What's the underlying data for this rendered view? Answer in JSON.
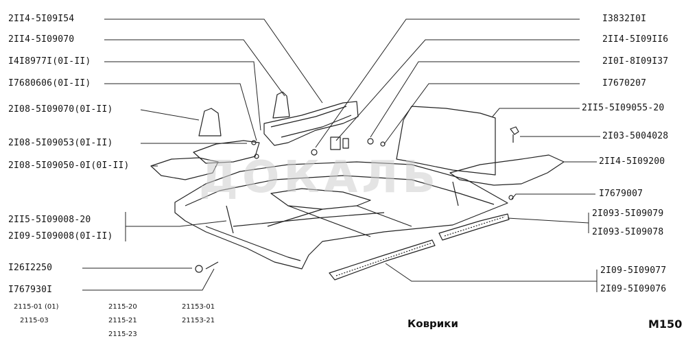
{
  "labels_left": [
    "2II4-5I09I54",
    "2II4-5I09070",
    "I4I8977I(0I-II)",
    "I7680606(0I-II)",
    "2I08-5I09070(0I-II)",
    "2I08-5I09053(0I-II)",
    "2I08-5I09050-0I(0I-II)",
    "2II5-5I09008-20",
    "2I09-5I09008(0I-II)",
    "I26I2250",
    "I767930I"
  ],
  "labels_right": [
    "I3832I0I",
    "2II4-5I09II6",
    "2I0I-8I09I37",
    "I7670207",
    "2II5-5I09055-20",
    "2I03-5004028",
    "2II4-5I09200",
    "I7679007",
    "2I093-5I09079",
    "2I093-5I09078",
    "2I09-5I09077",
    "2I09-5I09076"
  ],
  "models": {
    "col1": [
      "2115-01 (01)",
      "2115-03"
    ],
    "col2": [
      "2115-20",
      "2115-21",
      "2115-23"
    ],
    "col3": [
      "21153-01",
      "21153-21"
    ]
  },
  "caption": "Коврики",
  "sheet_id": "M150",
  "watermark": "ДОКАЛЬ"
}
